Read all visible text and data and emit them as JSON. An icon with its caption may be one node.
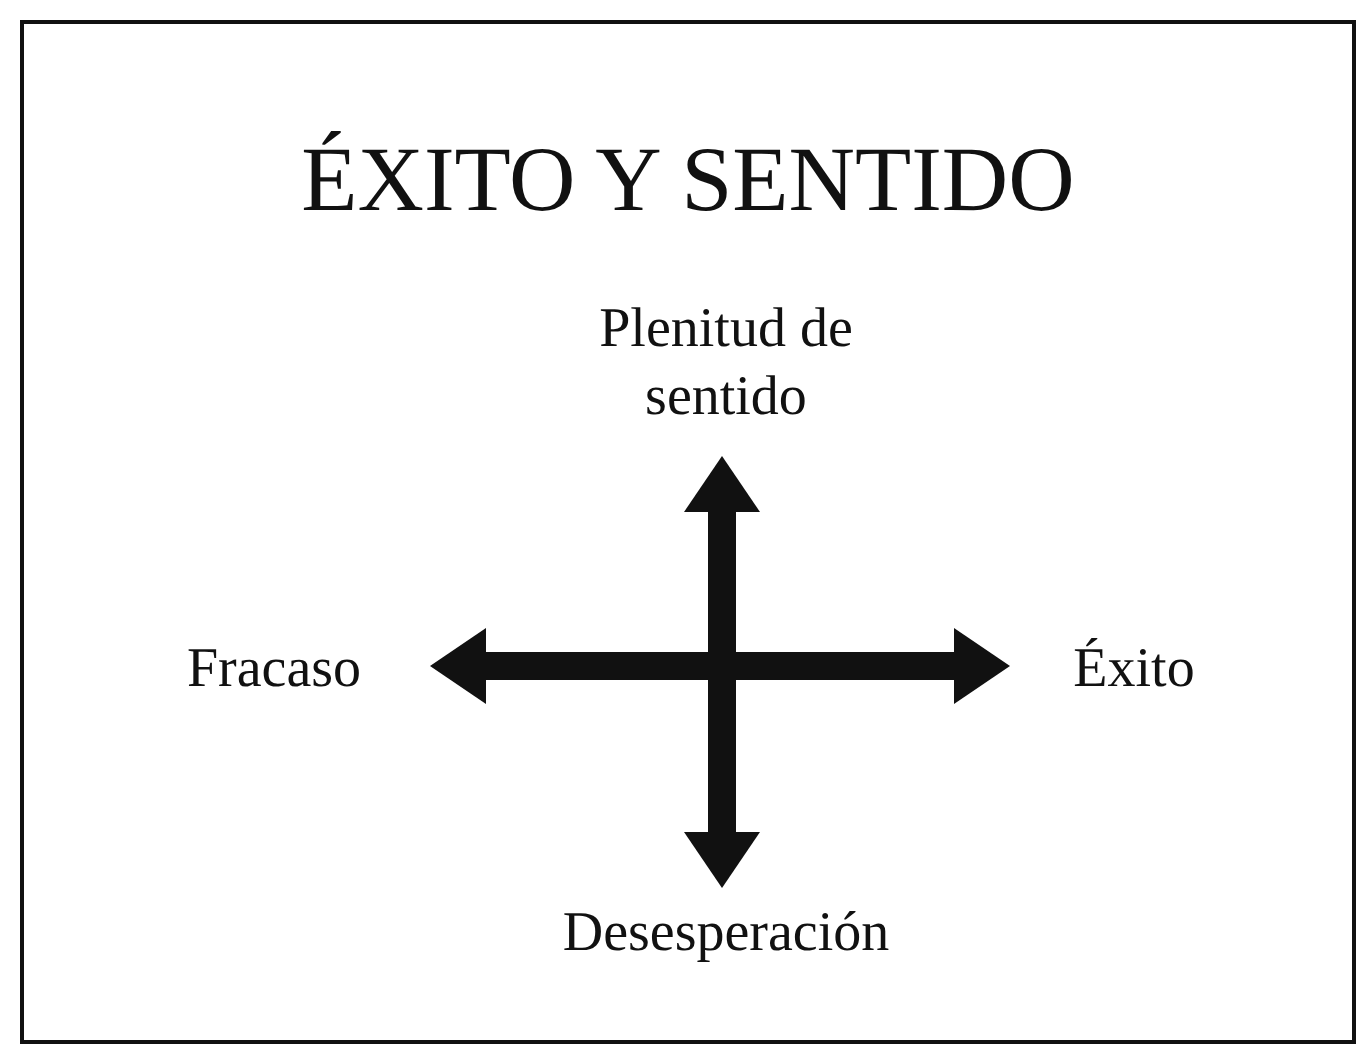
{
  "diagram": {
    "title": "ÉXITO Y SENTIDO",
    "nodes": [
      {
        "text": [
          "Plenitud de sentido"
        ]
      },
      {
        "text": [
          "Fracaso"
        ]
      },
      {
        "text": [
          "Éxito"
        ]
      },
      {
        "text": [
          "Desesperación"
        ]
      }
    ],
    "edges": [
      {
        "from": 1,
        "to": 2,
        "arrow": "both"
      },
      {
        "from": 0,
        "to": 3,
        "arrow": "both"
      }
    ]
  }
}
